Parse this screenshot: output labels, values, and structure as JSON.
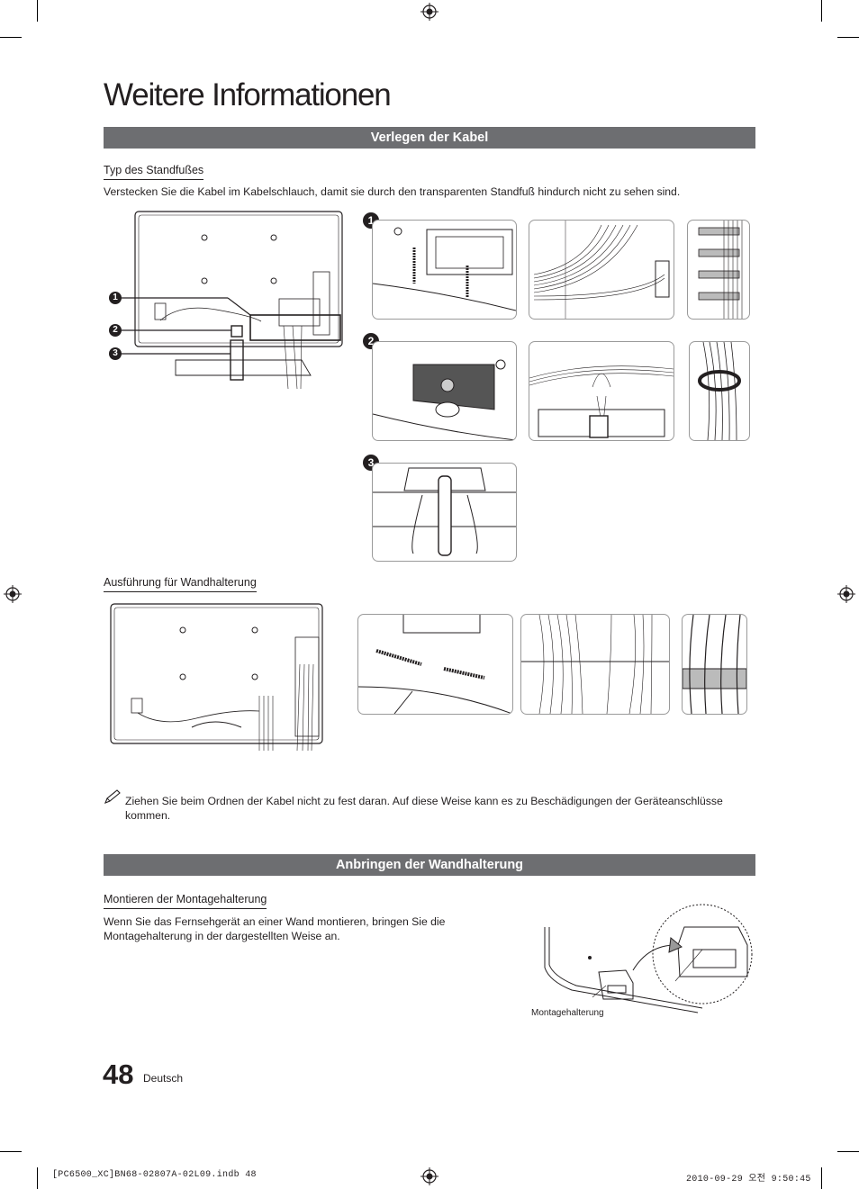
{
  "page_title": "Weitere Informationen",
  "sections": {
    "cables": {
      "heading": "Verlegen der Kabel",
      "stand": {
        "subheading": "Typ des Standfußes",
        "text": "Verstecken Sie die Kabel im Kabelschlauch, damit sie durch den transparenten Standfuß hindurch nicht zu sehen sind."
      },
      "wall": {
        "subheading": "Ausführung für Wandhalterung"
      },
      "note": "Ziehen Sie beim Ordnen der Kabel nicht zu fest daran. Auf diese Weise kann es zu Beschädigungen der Geräteanschlüsse kommen."
    },
    "mount": {
      "heading": "Anbringen der Wandhalterung",
      "subheading": "Montieren der Montagehalterung",
      "text": "Wenn Sie das Fernsehgerät an einer Wand montieren, bringen Sie die Montagehalterung in der dargestellten Weise an.",
      "figure_label": "Montagehalterung"
    }
  },
  "callouts": [
    "1",
    "2",
    "3"
  ],
  "note_icon": "pencil-note-icon",
  "page_number": "48",
  "language": "Deutsch",
  "footer": {
    "file": "[PC6500_XC]BN68-02807A-02L09.indb   48",
    "timestamp": "2010-09-29   오전 9:50:45"
  }
}
